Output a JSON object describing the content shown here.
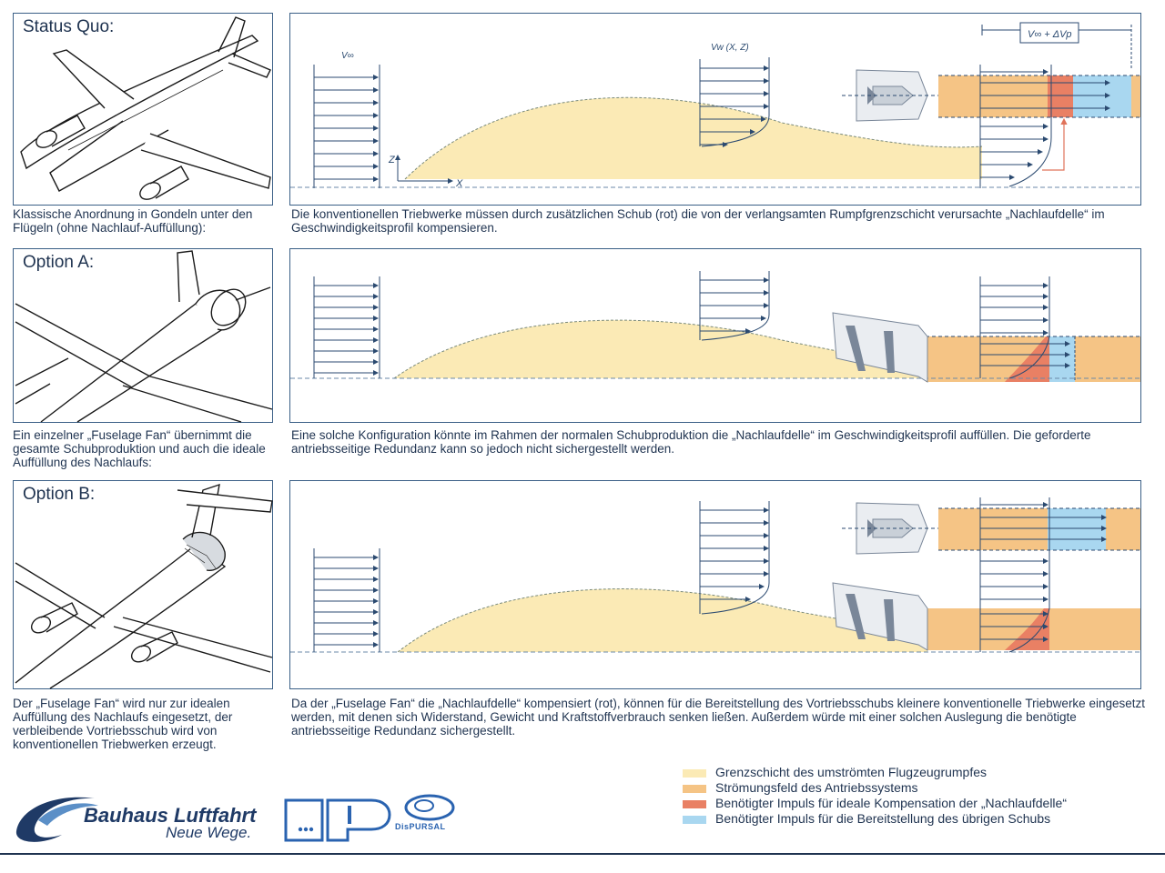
{
  "rows": [
    {
      "title": "Status Quo:",
      "caption_left": "Klassische Anordnung in Gondeln unter den Flügeln (ohne Nachlauf-Auffüllung):",
      "caption_right": "Die konventionellen Triebwerke müssen durch zusätzlichen Schub (rot) die von der verlangsamten Rumpfgrenzschicht verursachte „Nachlaufdelle“ im Geschwindigkeitsprofil kompensieren."
    },
    {
      "title": "Option A:",
      "caption_left": "Ein einzelner „Fuselage Fan“ übernimmt die gesamte Schubproduktion und auch die ideale Auffüllung des Nachlaufs:",
      "caption_right": "Eine solche Konfiguration könnte im Rahmen der normalen Schubproduktion die „Nachlaufdelle“ im Geschwindigkeitsprofil auffüllen. Die geforderte antriebsseitige Redundanz kann so jedoch nicht sichergestellt werden."
    },
    {
      "title": "Option B:",
      "caption_left": "Der „Fuselage Fan“ wird nur zur idealen Auffüllung des Nachlaufs eingesetzt, der verbleibende Vortriebsschub wird von konventionellen Triebwerken erzeugt.",
      "caption_right": "Da der „Fuselage Fan“ die „Nachlaufdelle“ kompensiert (rot), können für die Bereitstellung des Vortriebsschubs kleinere konventionelle Triebwerke eingesetzt werden, mit denen sich Widerstand, Gewicht und Kraftstoffverbrauch senken ließen. Außerdem würde mit einer solchen Auslegung die benötigte antriebsseitige Redundanz sichergestellt."
    }
  ],
  "labels": {
    "v_inf": "V∞",
    "v_w": "Vw (X, Z)",
    "v_jet": "V∞ + ΔVp",
    "z": "Z",
    "x": "X"
  },
  "legend": [
    {
      "label": "Grenzschicht des umströmten Flugzeugrumpfes",
      "color": "#fbeab5"
    },
    {
      "label": "Strömungsfeld des Antriebssystems",
      "color": "#f5c485"
    },
    {
      "label": "Benötigter Impuls für ideale Kompensation der „Nachlaufdelle“",
      "color": "#e98064"
    },
    {
      "label": "Benötigter Impuls für die Bereitstellung des übrigen Schubs",
      "color": "#a9d7f0"
    }
  ],
  "logos": {
    "bauhaus_name": "Bauhaus Luftfahrt",
    "bauhaus_slogan": "Neue Wege.",
    "dispursal": "DisPURSAL"
  }
}
